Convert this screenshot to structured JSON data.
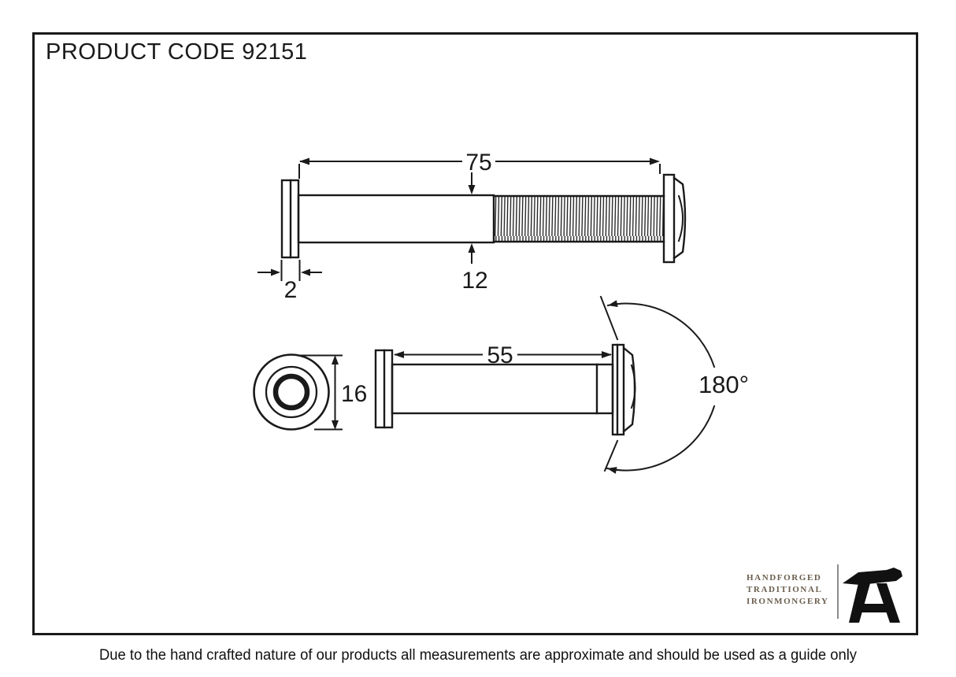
{
  "title": "PRODUCT CODE 92151",
  "drawing": {
    "side_view_threaded": {
      "length_label": "75",
      "flange_thickness_label": "2",
      "barrel_diameter_label": "12"
    },
    "front_view": {
      "face_diameter_label": "16"
    },
    "side_view_sleeve": {
      "length_label": "55",
      "viewing_angle_label": "180°"
    }
  },
  "brand": {
    "lines": [
      "HANDFORGED",
      "TRADITIONAL",
      "IRONMONGERY"
    ],
    "logo": "anvil-icon"
  },
  "footer": {
    "disclaimer": "Due to the hand crafted nature of our products all measurements are approximate and should be used as a guide only"
  },
  "colors": {
    "line": "#1a1a1a",
    "brand_text": "#6b5e4e",
    "logo": "#111111",
    "background": "#ffffff"
  }
}
